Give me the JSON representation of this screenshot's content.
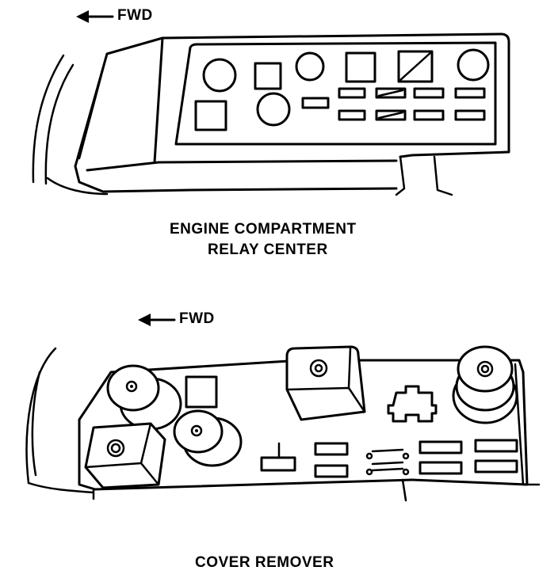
{
  "top_figure": {
    "fwd_label": "FWD",
    "caption_line1": "ENGINE COMPARTMENT",
    "caption_line2": "RELAY CENTER"
  },
  "bottom_figure": {
    "fwd_label": "FWD",
    "caption": "COVER REMOVER"
  },
  "icons": {
    "fwd_arrow": "left-arrow-icon"
  },
  "colors": {
    "ink": "#000000",
    "paper": "#ffffff"
  }
}
